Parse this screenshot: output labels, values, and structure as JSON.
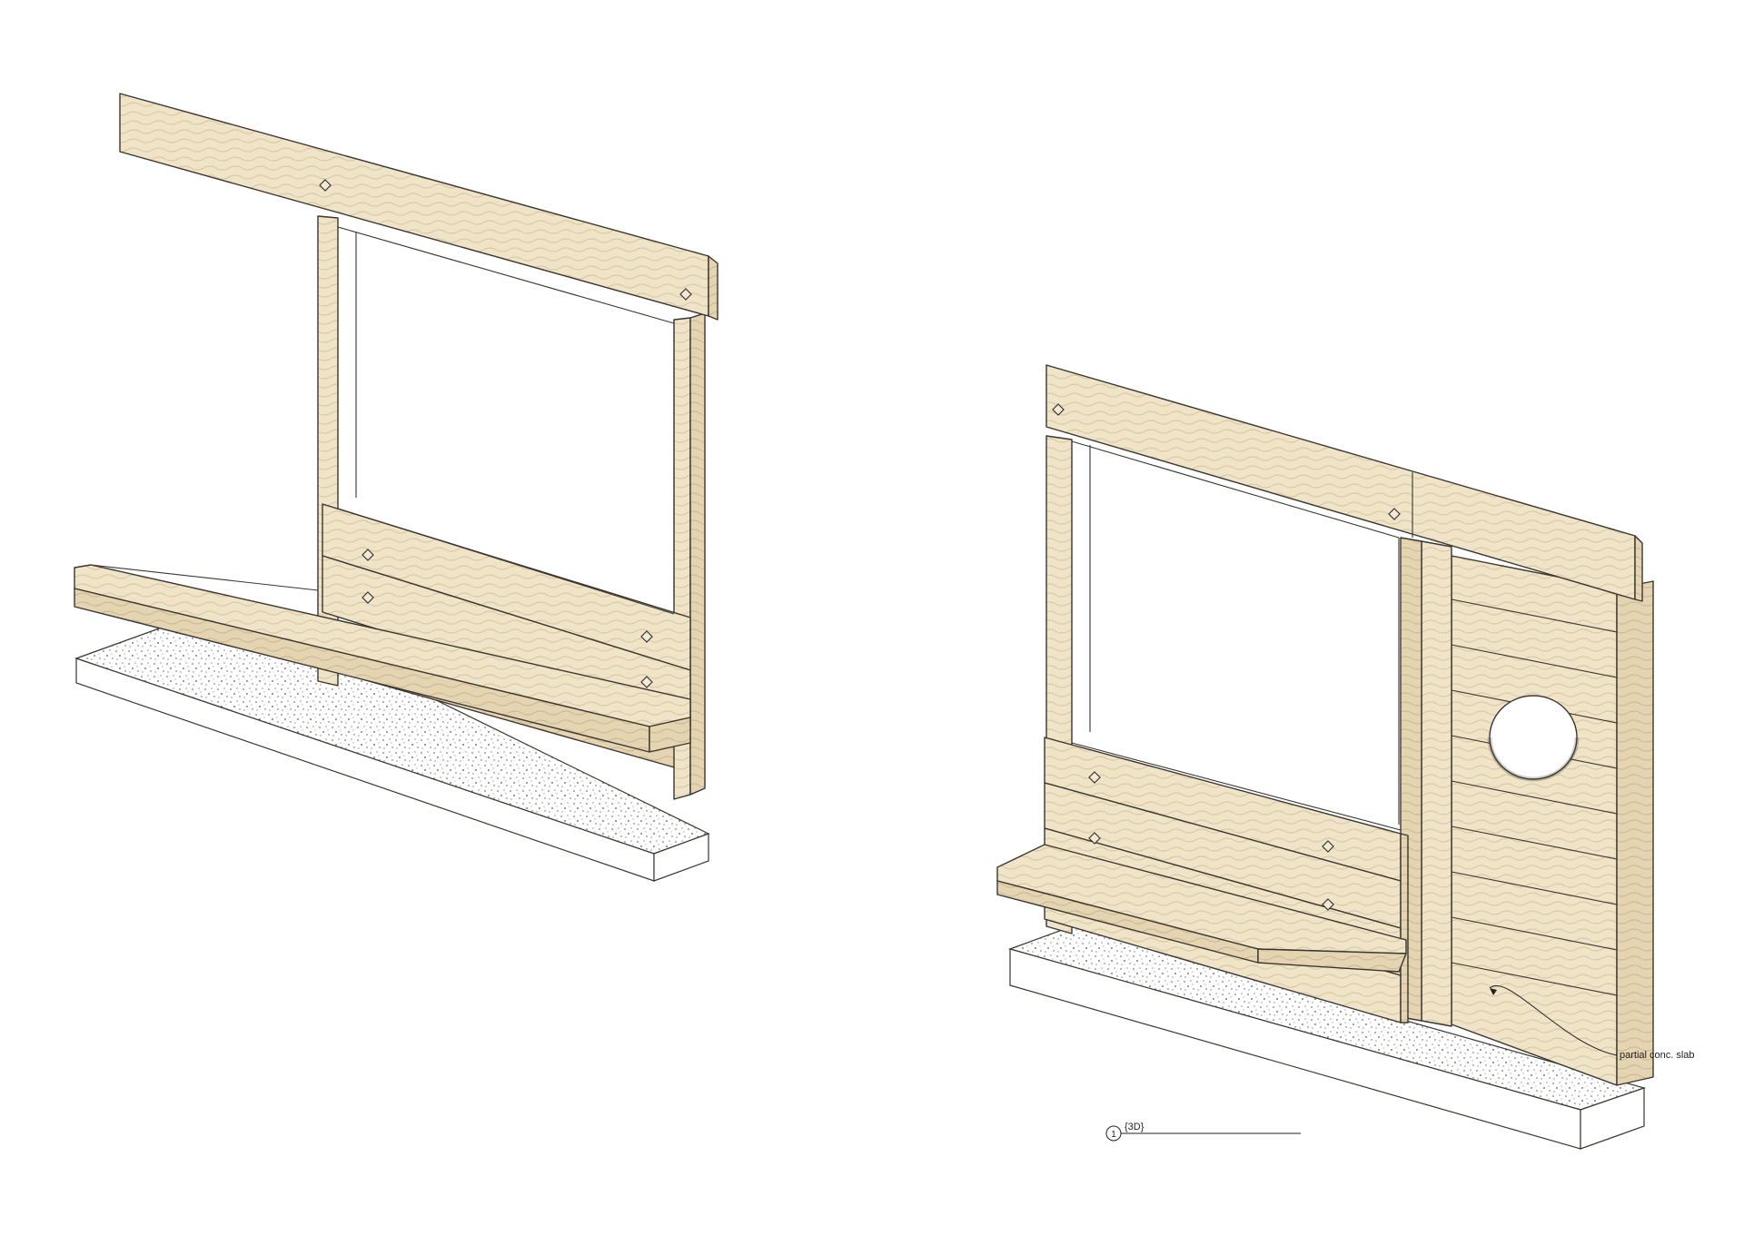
{
  "view_tag": {
    "number": "1",
    "name": "{3D}"
  },
  "annotations": {
    "slab_label": "partial conc. slab"
  },
  "colors": {
    "wood_base": "#efe3c8",
    "wood_grain": "#d8c49c",
    "line": "#3a3630",
    "gravel": "#555555"
  }
}
